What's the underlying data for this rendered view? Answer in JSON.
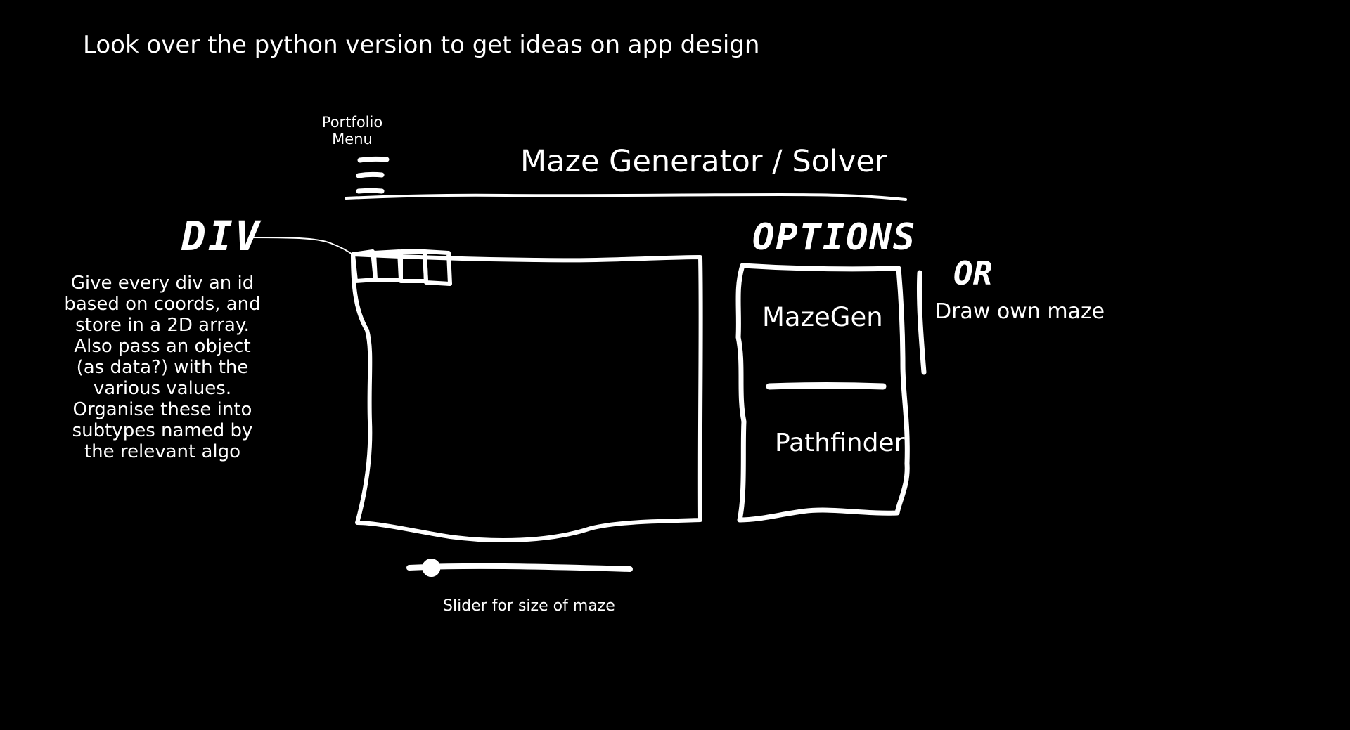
{
  "notes": {
    "top_note": "Look over the python version to get ideas on app design",
    "portfolio_menu": "Portfolio Menu",
    "app_title": "Maze Generator / Solver",
    "div_label": "DIV",
    "div_note": "Give every div an id based on coords, and store in a 2D array. Also pass an object (as data?) with the various values. Organise these into subtypes named by the relevant algo",
    "options_label": "OPTIONS",
    "mazegen_option": "MazeGen",
    "pathfinder_option": "Pathfinder",
    "or_label": "OR",
    "draw_own_maze": "Draw own maze",
    "slider_note": "Slider for size of maze"
  },
  "icons": {
    "menu": "hamburger-menu-icon"
  },
  "slider": {
    "value_fraction": 0.1
  },
  "colors": {
    "background": "#000000",
    "ink": "#ffffff"
  }
}
